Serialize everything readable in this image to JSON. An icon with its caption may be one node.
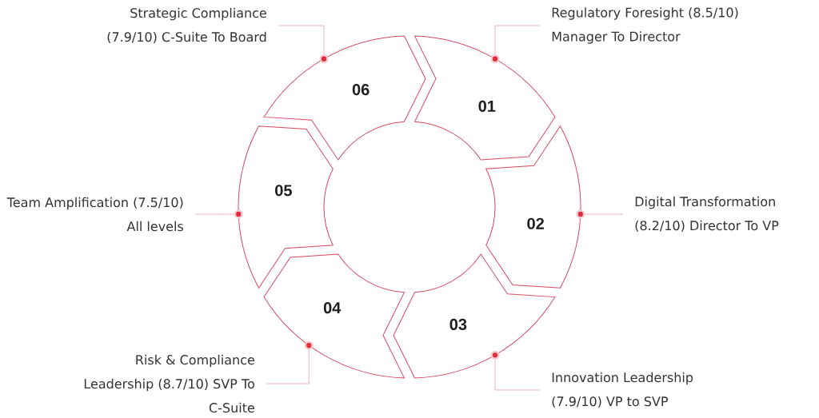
{
  "diagram": {
    "nodes": [
      {
        "text": [
          "01"
        ]
      },
      {
        "text": [
          "02"
        ]
      },
      {
        "text": [
          "03"
        ]
      },
      {
        "text": [
          "04"
        ]
      },
      {
        "text": [
          "05"
        ]
      },
      {
        "text": [
          "06"
        ]
      },
      {
        "text": [
          "Regulatory Foresight (8.5/10) Manager To Director"
        ]
      },
      {
        "text": [
          "Digital Transformation (8.2/10) Director To VP"
        ]
      },
      {
        "text": [
          "Innovation Leadership (7.9/10) VP to SVP"
        ]
      },
      {
        "text": [
          "Risk & Compliance Leadership (8.7/10) SVP To C-Suite"
        ]
      },
      {
        "text": [
          "Team Amplification (7.5/10) All levels"
        ]
      },
      {
        "text": [
          "Strategic Compliance (7.9/10) C-Suite To Board"
        ]
      },
      {
        "text": [],
        "shape": "circle"
      },
      {
        "text": [],
        "shape": "circle"
      },
      {
        "text": [],
        "shape": "circle"
      },
      {
        "text": [],
        "shape": "circle"
      },
      {
        "text": [],
        "shape": "circle"
      },
      {
        "text": [],
        "shape": "circle"
      }
    ],
    "edges": [
      {
        "from": 6,
        "to": 12,
        "arrow": "none"
      },
      {
        "from": 7,
        "to": 13,
        "arrow": "none"
      },
      {
        "from": 8,
        "to": 14,
        "arrow": "none"
      },
      {
        "from": 9,
        "to": 15,
        "arrow": "none"
      },
      {
        "from": 10,
        "to": 16,
        "arrow": "none"
      },
      {
        "from": 11,
        "to": 17,
        "arrow": "none"
      }
    ]
  }
}
